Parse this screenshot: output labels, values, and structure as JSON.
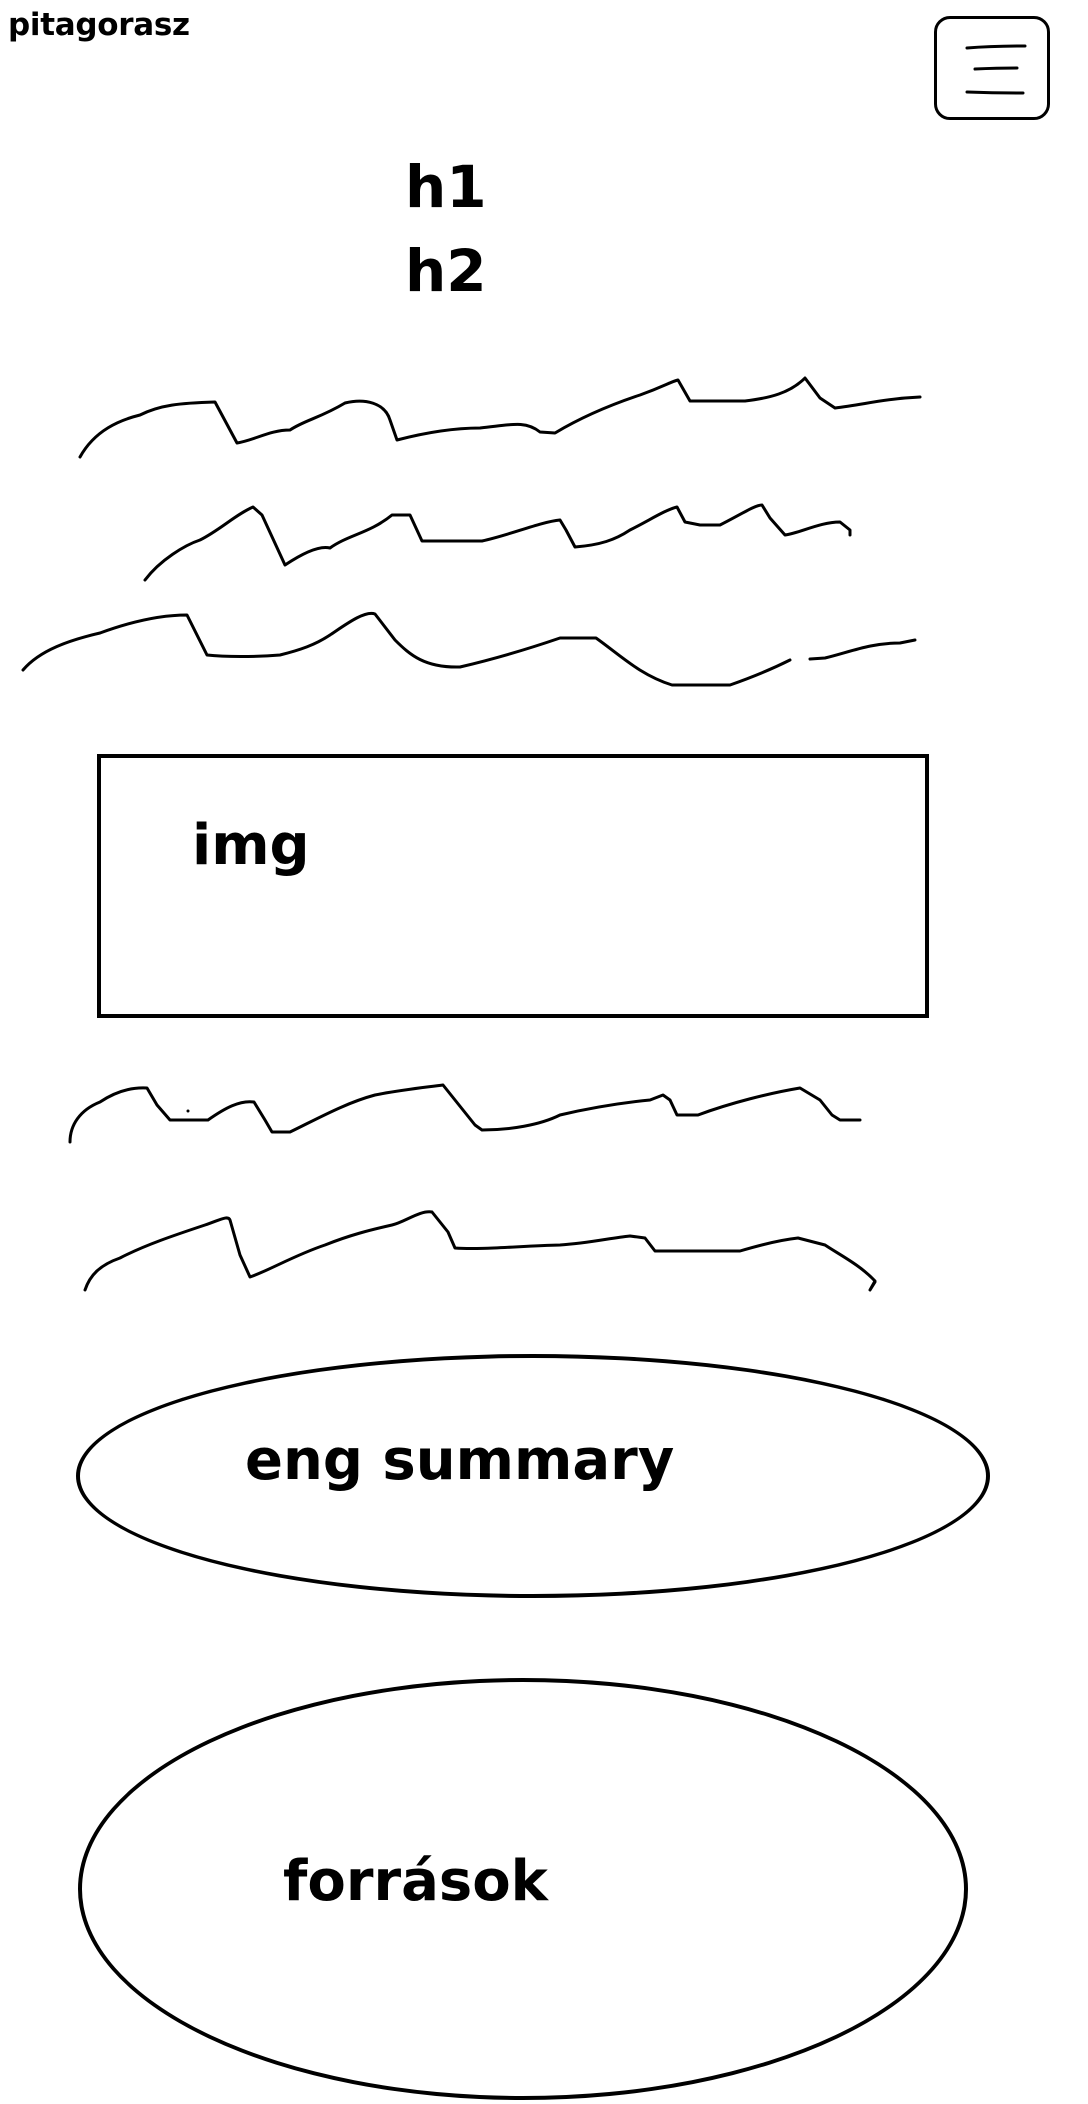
{
  "header": {
    "site_name": "pitagorasz",
    "menu_icon": "hamburger-menu-icon"
  },
  "headings": {
    "h1": "h1",
    "h2": "h2"
  },
  "image_placeholder": {
    "label": "img"
  },
  "summary": {
    "label": "eng summary"
  },
  "sources": {
    "label": "források"
  }
}
